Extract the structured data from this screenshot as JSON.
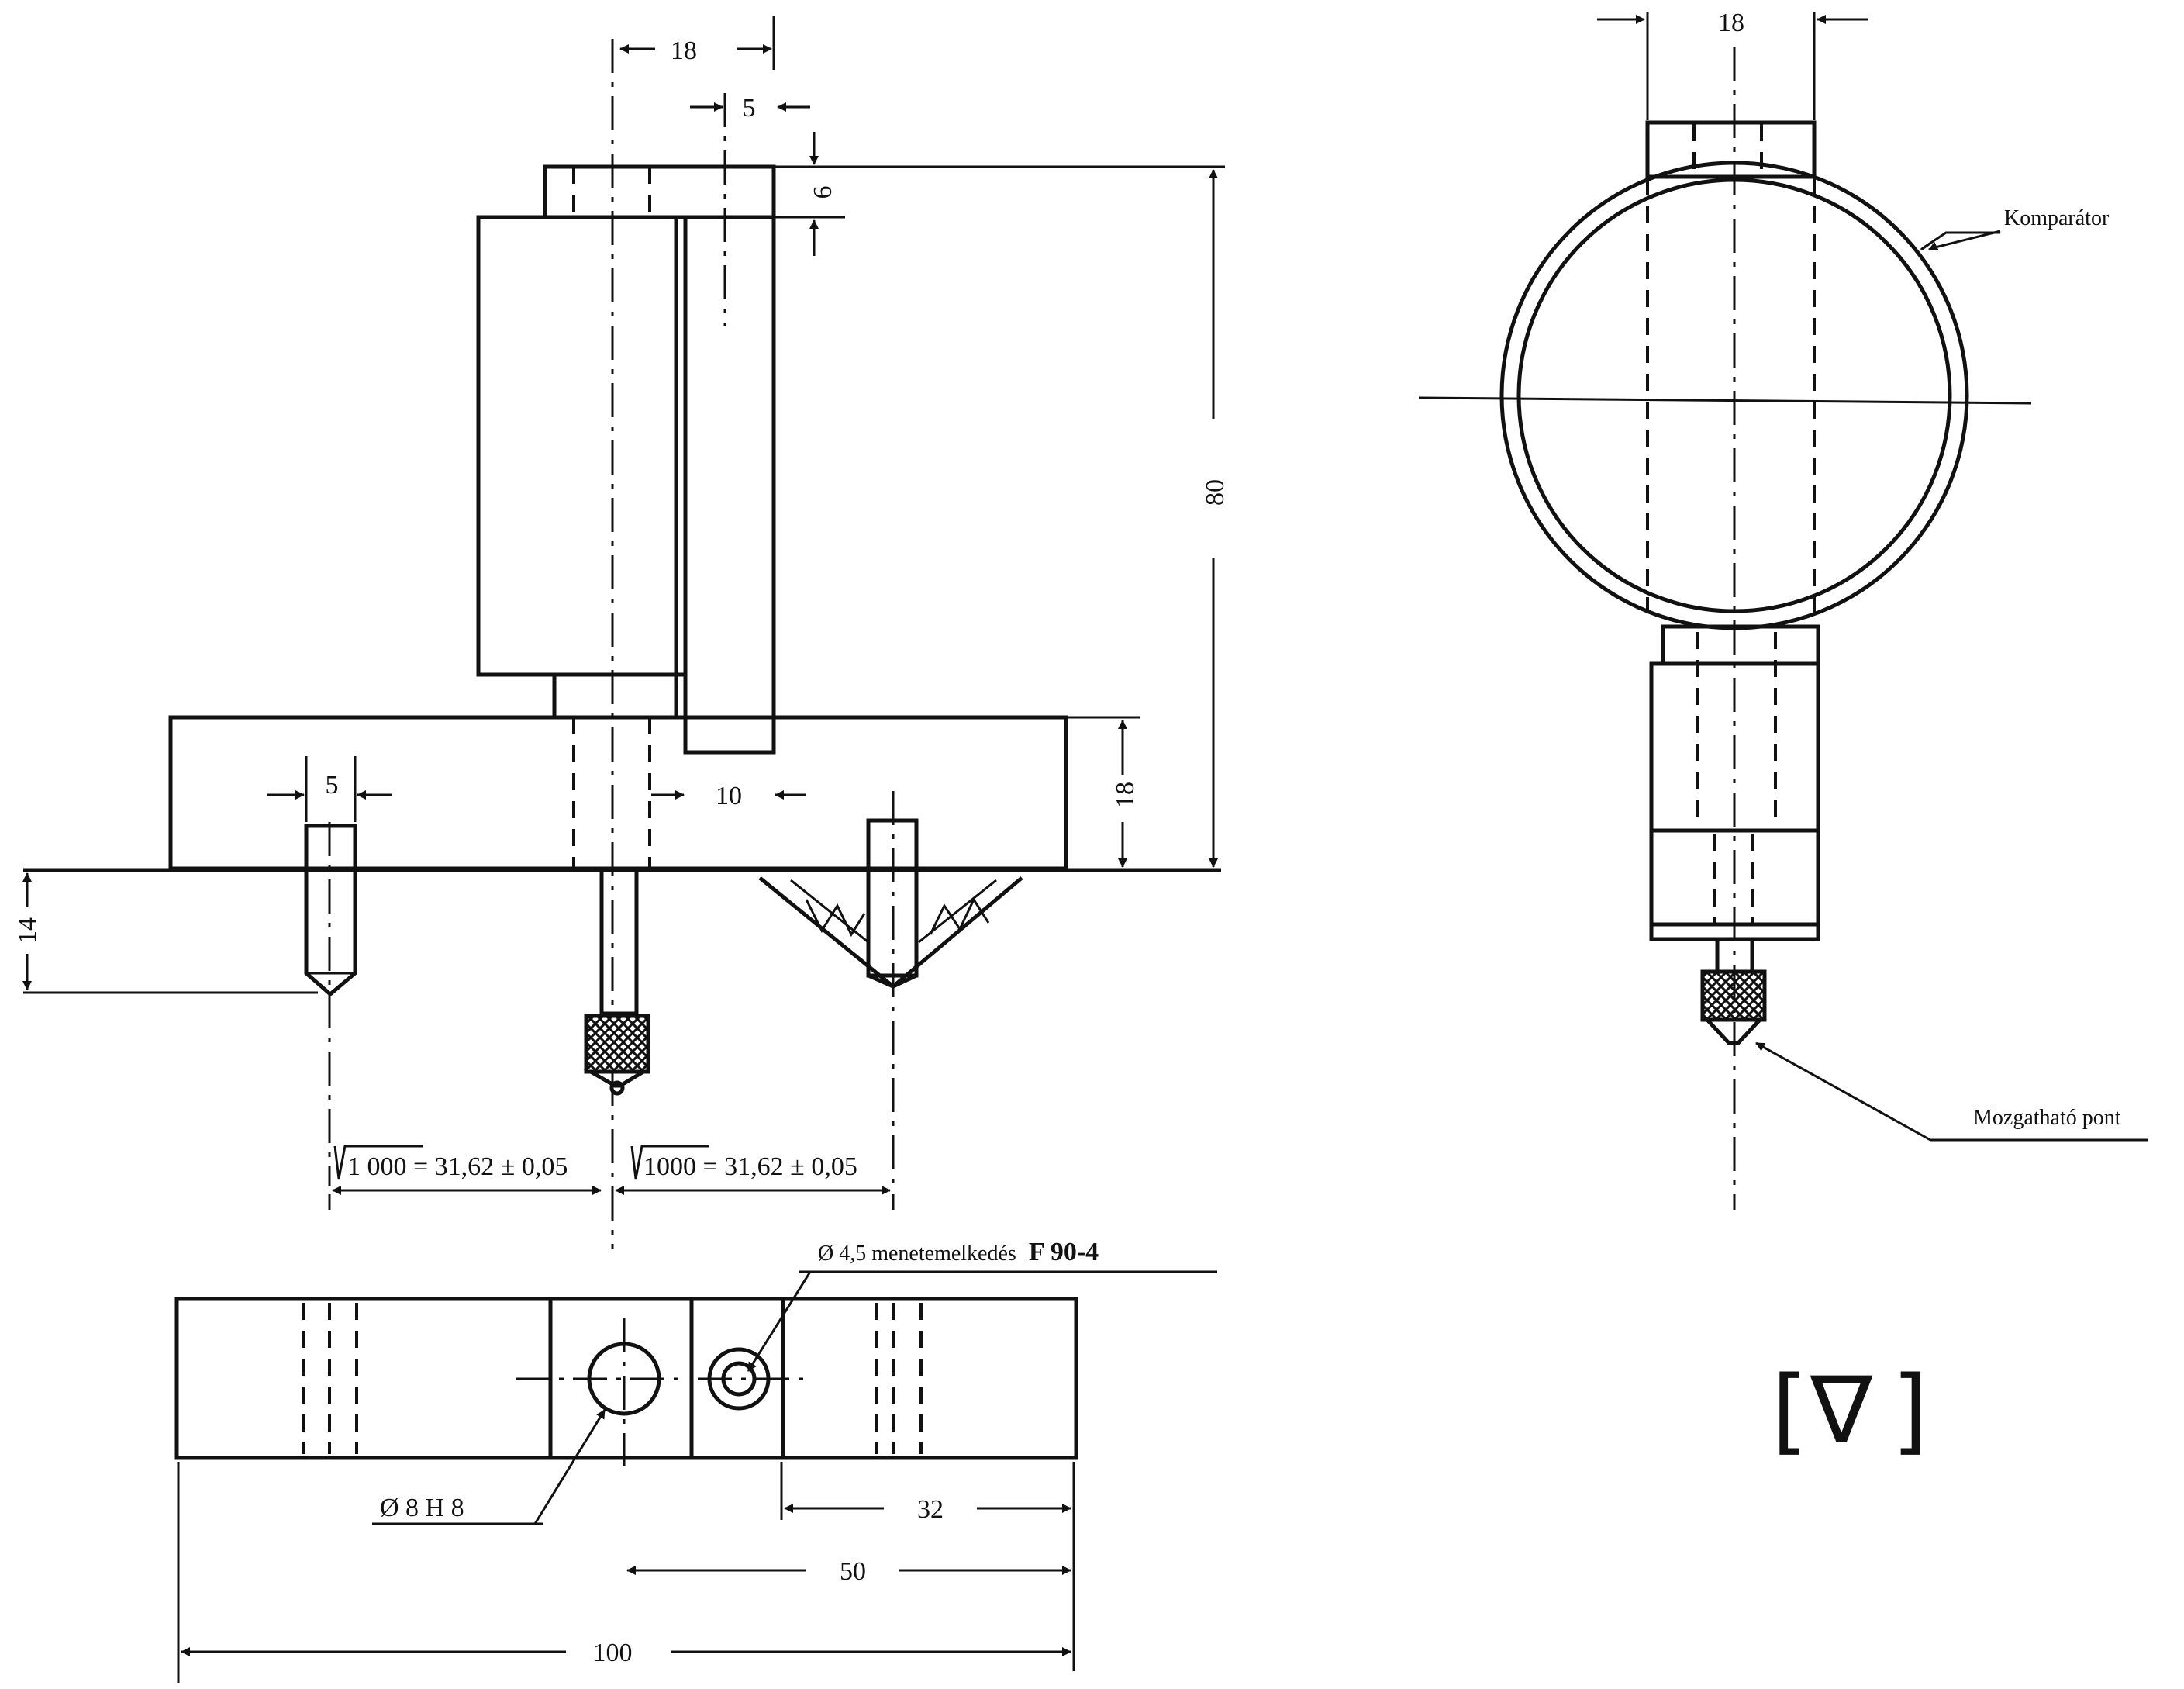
{
  "dimensions": {
    "top_width": "18",
    "slot_width": "5",
    "slot_depth": "6",
    "height_total": "80",
    "base_thickness": "18",
    "slot_offset": "10",
    "pin_width": "5",
    "pin_projection": "14",
    "sqrt_left": "1 000",
    "sqrt_right": "1000",
    "distance_expr": " = 31,62 ± 0,05",
    "bore": "Ø 8 H 8",
    "thread": "Ø 4,5 menetemelkedés",
    "thread_code": "F  90-4",
    "dist_32": "32",
    "dist_50": "50",
    "dist_100": "100",
    "side_width": "18"
  },
  "labels": {
    "comparator": "Komparátor",
    "movable_point": "Mozgatható pont"
  },
  "symbol": {
    "open": "[",
    "triangle": "∇",
    "close": "]"
  }
}
